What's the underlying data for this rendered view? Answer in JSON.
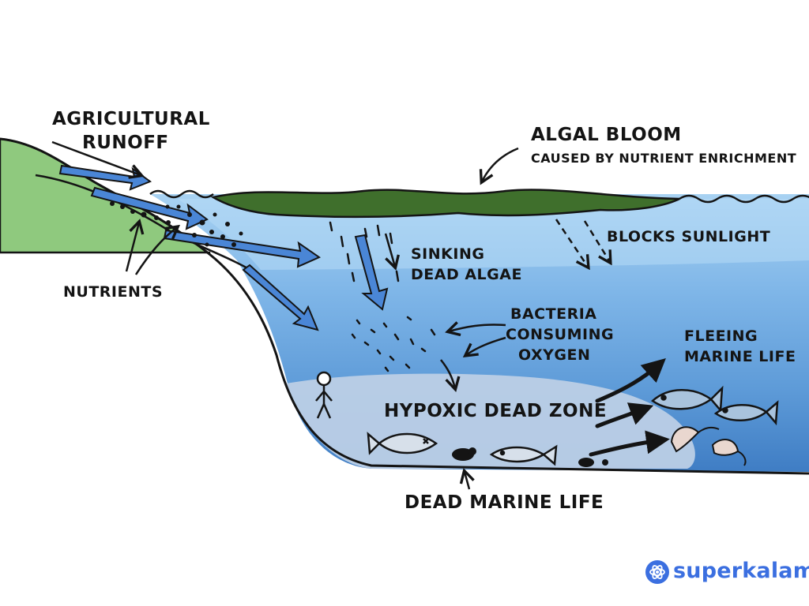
{
  "labels": {
    "agricultural_runoff_1": "AGRICULTURAL",
    "agricultural_runoff_2": "RUNOFF",
    "nutrients": "NUTRIENTS",
    "algal_bloom": "ALGAL BLOOM",
    "algal_bloom_cause": "CAUSED BY NUTRIENT ENRICHMENT",
    "blocks_sunlight": "BLOCKS SUNLIGHT",
    "sinking_1": "SINKING",
    "sinking_2": "DEAD ALGAE",
    "bacteria_1": "BACTERIA",
    "bacteria_2": "CONSUMING",
    "bacteria_3": "OXYGEN",
    "fleeing_1": "FLEEING",
    "fleeing_2": "MARINE LIFE",
    "dead_zone": "HYPOXIC DEAD ZONE",
    "dead_marine_life": "DEAD MARINE LIFE"
  },
  "brand": {
    "name": "superkalam"
  },
  "colors": {
    "land": "#8fc97e",
    "water_top": "#9ccbef",
    "water_mid": "#6aa8e2",
    "water_deep": "#3f7dc4",
    "algae": "#3f6f2c",
    "dead_zone": "#b9cde6",
    "runoff_arrow": "#4a86d6",
    "brand": "#3b6fe0"
  }
}
